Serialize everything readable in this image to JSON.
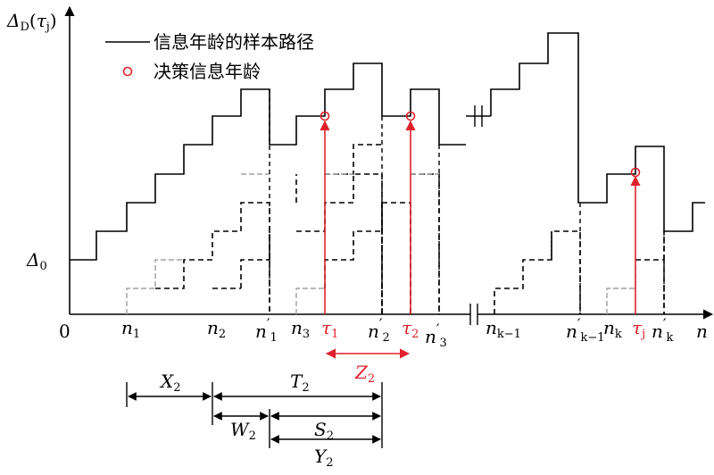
{
  "axis": {
    "y_label": "Δ",
    "y_label_sub": "D",
    "y_label_arg": "τ",
    "y_label_arg_sub": "j",
    "x_label": "n",
    "origin": "0",
    "delta0": "Δ",
    "delta0_sub": "0"
  },
  "legend": {
    "sample_path": "信息年龄的样本路径",
    "decision_age": "决策信息年龄"
  },
  "ticks": [
    {
      "id": "n1",
      "base": "n",
      "sub": "1",
      "prime": false,
      "red": false
    },
    {
      "id": "n2",
      "base": "n",
      "sub": "2",
      "prime": false,
      "red": false
    },
    {
      "id": "n1p",
      "base": "n",
      "sub": "1",
      "prime": true,
      "red": false
    },
    {
      "id": "n3",
      "base": "n",
      "sub": "3",
      "prime": false,
      "red": false
    },
    {
      "id": "tau1",
      "base": "τ",
      "sub": "1",
      "prime": false,
      "red": true
    },
    {
      "id": "n2p",
      "base": "n",
      "sub": "2",
      "prime": true,
      "red": false
    },
    {
      "id": "tau2",
      "base": "τ",
      "sub": "2",
      "prime": false,
      "red": true
    },
    {
      "id": "n3p",
      "base": "n",
      "sub": "3",
      "prime": true,
      "red": false
    },
    {
      "id": "nkm1",
      "base": "n",
      "sub": "k−1",
      "prime": false,
      "red": false
    },
    {
      "id": "nkm1p",
      "base": "n",
      "sub": "k−1",
      "prime": true,
      "red": false
    },
    {
      "id": "nk",
      "base": "n",
      "sub": "k",
      "prime": false,
      "red": false
    },
    {
      "id": "tauj",
      "base": "τ",
      "sub": "j",
      "prime": false,
      "red": true
    },
    {
      "id": "nkp",
      "base": "n",
      "sub": "k",
      "prime": true,
      "red": false
    }
  ],
  "intervals": {
    "Z": {
      "base": "Z",
      "sub": "2"
    },
    "X": {
      "base": "X",
      "sub": "2"
    },
    "T": {
      "base": "T",
      "sub": "2"
    },
    "W": {
      "base": "W",
      "sub": "2"
    },
    "S": {
      "base": "S",
      "sub": "2"
    },
    "Y": {
      "base": "Y",
      "sub": "2"
    }
  },
  "colors": {
    "path": "#000000",
    "decision": "#e0202a",
    "gray_step": "#a0a0a0"
  }
}
